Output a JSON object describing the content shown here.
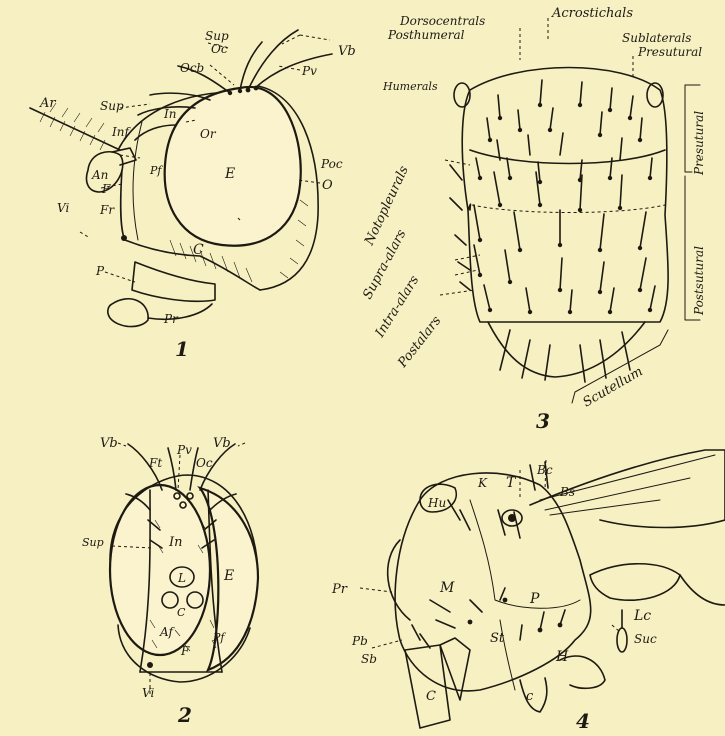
{
  "figure1": {
    "number": "1",
    "labels": {
      "sup_top": "Sup",
      "oc": "Oc",
      "vb": "Vb",
      "pv": "Pv",
      "ocb": "Ocb",
      "sup_left": "Sup",
      "in": "In",
      "ar": "Ar",
      "inf": "Inf",
      "or": "Or",
      "poc": "Poc",
      "e": "E",
      "an": "An",
      "pf": "Pf",
      "f": "F",
      "fr": "Fr",
      "vi": "Vi",
      "o": "O",
      "c": "C",
      "p": "P",
      "pr": "Pr"
    }
  },
  "figure2": {
    "number": "2",
    "labels": {
      "vb_left": "Vb",
      "pv": "Pv",
      "vb_right": "Vb",
      "ft": "Ft",
      "oc": "Oc",
      "sup": "Sup",
      "in": "In",
      "l": "L",
      "e": "E",
      "c": "C",
      "af": "Af",
      "pf": "Pf",
      "f": "F",
      "vi": "Vi"
    }
  },
  "figure3": {
    "number": "3",
    "labels": {
      "acrostichals": "Acrostichals",
      "dorsocentrals": "Dorsocentrals",
      "posthumeral": "Posthumeral",
      "sublaterals": "Sublaterals",
      "presutural": "Presutural",
      "humerals": "Humerals",
      "notopleurals": "Notopleurals",
      "supra_alars": "Supra-alars",
      "intra_alars": "Intra-alars",
      "postalars": "Postalars",
      "scutellum": "Scutellum",
      "side_presutural": "Presutural",
      "side_postsutural": "Postsutural"
    }
  },
  "figure4": {
    "number": "4",
    "labels": {
      "k": "K",
      "t": "T",
      "bc": "Bc",
      "bs": "Bs",
      "hu": "Hu",
      "pr": "Pr",
      "m": "M",
      "p": "P",
      "pb": "Pb",
      "sb": "Sb",
      "lc": "Lc",
      "st": "St",
      "h": "H",
      "suc": "Suc",
      "c_left": "C",
      "c_mid": "c"
    }
  }
}
